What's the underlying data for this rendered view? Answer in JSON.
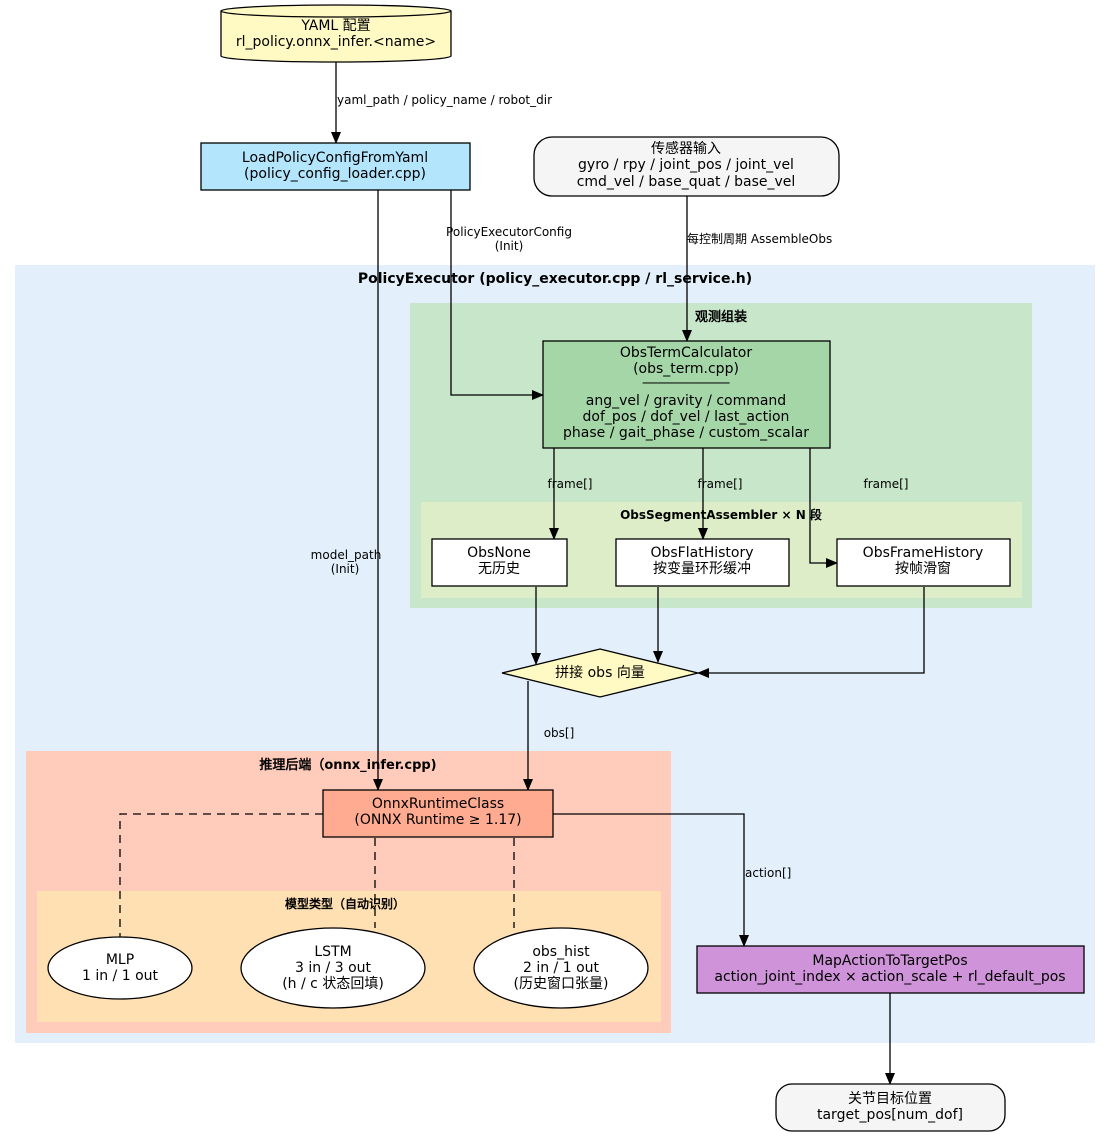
{
  "yaml": {
    "line1": "YAML 配置",
    "line2": "rl_policy.onnx_infer.<name>"
  },
  "load": {
    "line1": "LoadPolicyConfigFromYaml",
    "line2": "(policy_config_loader.cpp)"
  },
  "sensor": {
    "line1": "传感器输入",
    "line2": "gyro / rpy / joint_pos / joint_vel",
    "line3": "cmd_vel / base_quat / base_vel"
  },
  "edges": {
    "yaml_to_load": "yaml_path / policy_name / robot_dir",
    "config_line1": "PolicyExecutorConfig",
    "config_line2": "(Init)",
    "sensor_to_obs": "每控制周期 AssembleObs",
    "model_path_line1": "model_path",
    "model_path_line2": "(Init)",
    "frame_1": "frame[]",
    "frame_2": "frame[]",
    "frame_3": "frame[]",
    "obs": "obs[]",
    "action": "action[]"
  },
  "executor": {
    "title": "PolicyExecutor  (policy_executor.cpp / rl_service.h)"
  },
  "obs_cluster": {
    "title": "观测组装"
  },
  "obsterm": {
    "line1": "ObsTermCalculator",
    "line2": "(obs_term.cpp)",
    "separator": "────────────",
    "line3": "ang_vel / gravity / command",
    "line4": "dof_pos / dof_vel / last_action",
    "line5": "phase / gait_phase / custom_scalar"
  },
  "segment_cluster": {
    "title": "ObsSegmentAssembler × N 段"
  },
  "obsnone": {
    "line1": "ObsNone",
    "line2": "无历史"
  },
  "flathist": {
    "line1": "ObsFlatHistory",
    "line2": "按变量环形缓冲"
  },
  "framehist": {
    "line1": "ObsFrameHistory",
    "line2": "按帧滑窗"
  },
  "concat": {
    "label": "拼接 obs 向量"
  },
  "infer_cluster": {
    "title": "推理后端（onnx_infer.cpp)"
  },
  "onnx": {
    "line1": "OnnxRuntimeClass",
    "line2": "(ONNX Runtime ≥ 1.17)"
  },
  "model_cluster": {
    "title": "模型类型（自动识别）"
  },
  "mlp": {
    "line1": "MLP",
    "line2": "1 in / 1 out"
  },
  "lstm": {
    "line1": "LSTM",
    "line2": "3 in / 3 out",
    "line3": "(h / c 状态回填)"
  },
  "obshist": {
    "line1": "obs_hist",
    "line2": "2 in / 1 out",
    "line3": "(历史窗口张量)"
  },
  "mapaction": {
    "line1": "MapActionToTargetPos",
    "line2": "action_joint_index × action_scale + rl_default_pos"
  },
  "target": {
    "line1": "关节目标位置",
    "line2": "target_pos[num_dof]"
  },
  "colors": {
    "executor_bg": "#e3f0fb",
    "obs_cluster_bg": "#c8e6c9",
    "segment_bg": "#dcedc8",
    "infer_bg": "#ffccbc",
    "model_bg": "#ffe0b2",
    "yaml_fill": "#fff9c4",
    "load_fill": "#b3e5fc",
    "obsterm_fill": "#a5d6a7",
    "onnx_fill": "#ffab91",
    "map_fill": "#ce93d8",
    "concat_fill": "#fff9c4",
    "terminal_fill": "#f5f5f5"
  }
}
